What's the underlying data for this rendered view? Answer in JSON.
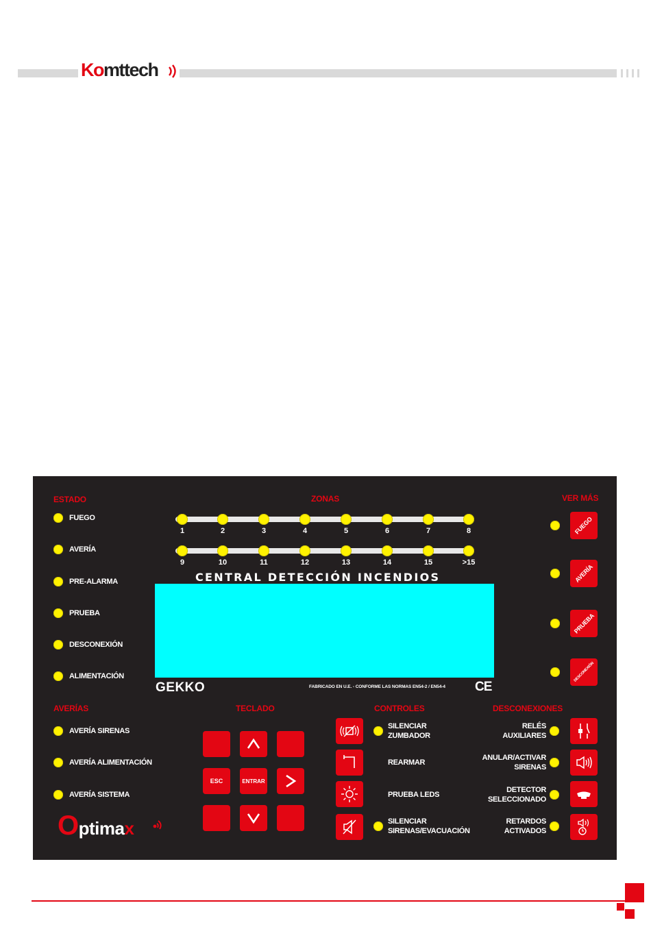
{
  "header": {
    "logo": "Komttech",
    "logo_red_part": "Ko",
    "logo_black_part": "mttech"
  },
  "panel": {
    "estado": {
      "title": "ESTADO",
      "items": [
        "FUEGO",
        "AVERÍA",
        "PRE-ALARMA",
        "PRUEBA",
        "DESCONEXIÓN",
        "ALIMENTACIÓN"
      ]
    },
    "zonas": {
      "title": "ZONAS",
      "row1": [
        "1",
        "2",
        "3",
        "4",
        "5",
        "6",
        "7",
        "8"
      ],
      "row2": [
        "9",
        "10",
        "11",
        "12",
        "13",
        "14",
        "15",
        ">15"
      ]
    },
    "ver_mas": {
      "title": "VER MÁS",
      "buttons": [
        "FUEGO",
        "AVERÍA",
        "PRUEBA",
        "DESCONEXIÓN"
      ]
    },
    "display_title": "CENTRAL DETECCIÓN INCENDIOS",
    "brand_model": "GEKKO",
    "fabricado": "FABRICADO EN U.E. - CONFORME LAS NORMAS EN54-2 / EN54-4",
    "ce_mark": "CE",
    "averias": {
      "title": "AVERÍAS",
      "items": [
        "AVERÍA SIRENAS",
        "AVERÍA ALIMENTACIÓN",
        "AVERÍA SISTEMA"
      ]
    },
    "teclado": {
      "title": "TECLADO",
      "esc": "ESC",
      "entrar": "ENTRAR"
    },
    "controles": {
      "title": "CONTROLES",
      "items": [
        {
          "l1": "SILENCIAR",
          "l2": "ZUMBADOR",
          "icon": "silence-buzzer-icon"
        },
        {
          "l1": "REARMAR",
          "l2": "",
          "icon": "reset-icon"
        },
        {
          "l1": "PRUEBA LEDS",
          "l2": "",
          "icon": "lamp-test-icon"
        },
        {
          "l1": "SILENCIAR",
          "l2": "SIRENAS/EVACUACIÓN",
          "icon": "silence-sirens-icon"
        }
      ]
    },
    "desconexiones": {
      "title": "DESCONEXIONES",
      "items": [
        {
          "l1": "RELÉS",
          "l2": "AUXILIARES",
          "icon": "relay-icon"
        },
        {
          "l1": "ANULAR/ACTIVAR",
          "l2": "SIRENAS",
          "icon": "siren-icon"
        },
        {
          "l1": "DETECTOR",
          "l2": "SELECCIONADO",
          "icon": "detector-icon"
        },
        {
          "l1": "RETARDOS",
          "l2": "ACTIVADOS",
          "icon": "delay-icon"
        }
      ]
    },
    "optimax": {
      "o": "O",
      "ptima": "ptima",
      "x": "x"
    }
  },
  "colors": {
    "brand_red": "#e30613",
    "panel_bg": "#231f20",
    "led_yellow": "#fff200",
    "screen_cyan": "#00ffff"
  }
}
